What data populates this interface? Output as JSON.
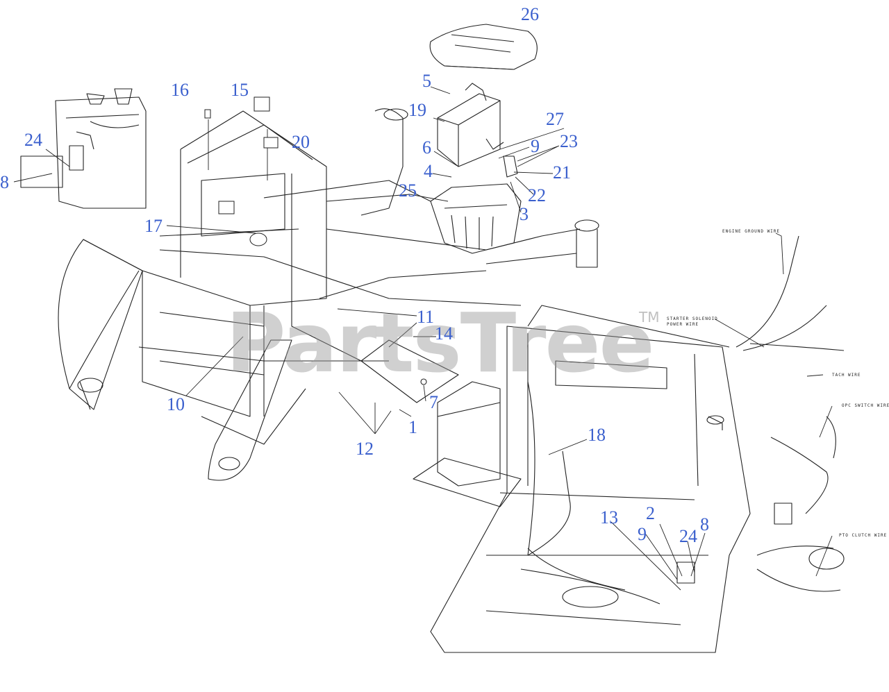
{
  "diagram": {
    "watermark": "PartsTree",
    "trademark": "TM",
    "wire_labels": {
      "engine_ground": "ENGINE GROUND WIRE",
      "starter_solenoid_line1": "STARTER SOLENOID",
      "starter_solenoid_line2": "POWER WIRE",
      "tach": "TACH WIRE",
      "opc_switch": "OPC SWITCH WIRE",
      "pto_clutch": "PTO CLUTCH WIRE"
    },
    "callouts": {
      "c1": "1",
      "c2": "2",
      "c3": "3",
      "c4": "4",
      "c5": "5",
      "c6": "6",
      "c7": "7",
      "c8a": "8",
      "c8b": "8",
      "c9a": "9",
      "c9b": "9",
      "c10": "10",
      "c11": "11",
      "c12": "12",
      "c13": "13",
      "c14": "14",
      "c15": "15",
      "c16": "16",
      "c17": "17",
      "c18": "18",
      "c19": "19",
      "c20": "20",
      "c21": "21",
      "c22": "22",
      "c23": "23",
      "c24a": "24",
      "c24b": "24",
      "c25": "25",
      "c26": "26",
      "c27": "27"
    },
    "colors": {
      "callout": "#3a5fcd",
      "linework": "#222222",
      "watermark": "#969696"
    }
  }
}
